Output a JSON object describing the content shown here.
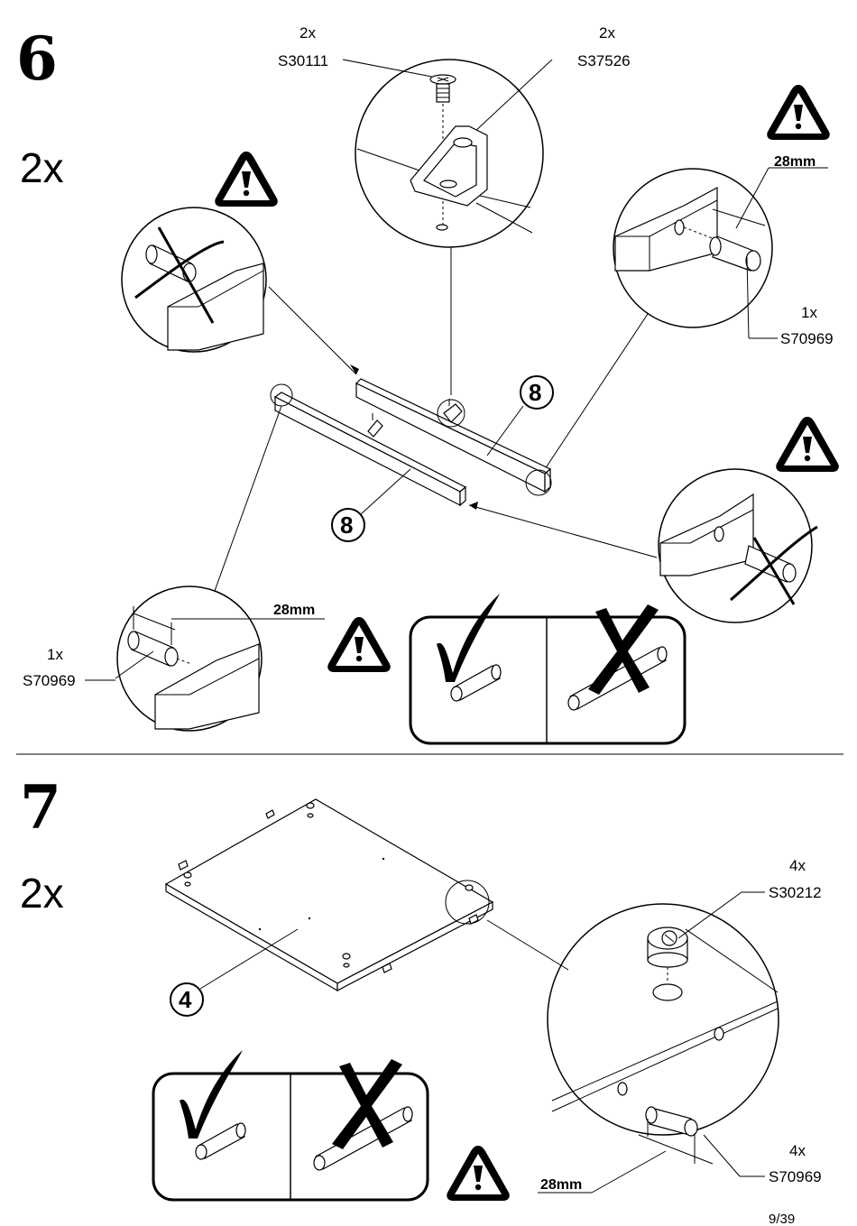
{
  "step6": {
    "number": "6",
    "multiplier": "2x",
    "screw": {
      "qty": "2x",
      "code": "S30111"
    },
    "bracket": {
      "qty": "2x",
      "code": "S37526"
    },
    "dowel_right": {
      "qty": "1x",
      "code": "S70969",
      "depth": "28mm"
    },
    "dowel_left": {
      "qty": "1x",
      "code": "S70969",
      "depth": "28mm"
    },
    "part_ref_1": "8",
    "part_ref_2": "8"
  },
  "step7": {
    "number": "7",
    "multiplier": "2x",
    "cam": {
      "qty": "4x",
      "code": "S30212"
    },
    "dowel": {
      "qty": "4x",
      "code": "S70969",
      "depth": "28mm"
    },
    "part_ref": "4"
  },
  "page_number": "9/39",
  "icons": [
    "warning-icon",
    "checkmark-icon",
    "cross-icon",
    "dowel-icon"
  ]
}
